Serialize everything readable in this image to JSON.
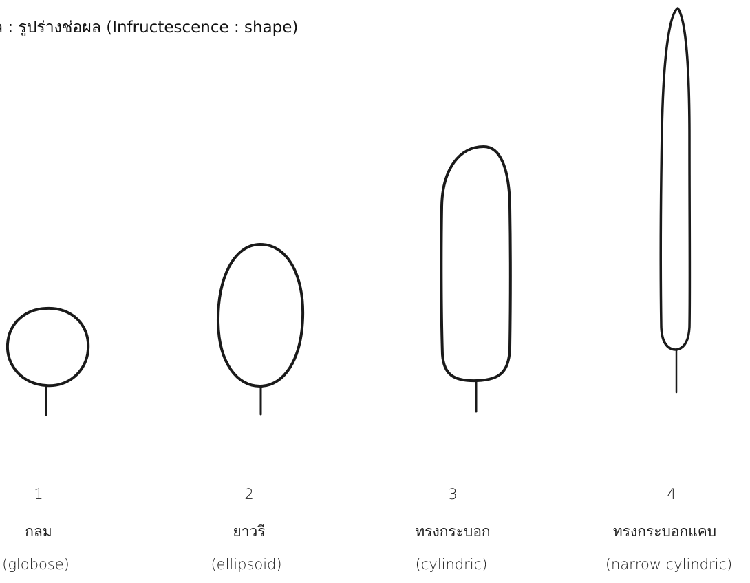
{
  "title": "ล : รูปร่างช่อผล (Infructescence : shape)",
  "shapes": [
    {
      "number": "1",
      "thai": "กลม",
      "english": "(globose)"
    },
    {
      "number": "2",
      "thai": "ยาวรี",
      "english": "(ellipsoid)"
    },
    {
      "number": "3",
      "thai": "ทรงกระบอก",
      "english": "(cylindric)"
    },
    {
      "number": "4",
      "thai": "ทรงกระบอกแคบ",
      "english": "(narrow cylindric)"
    }
  ]
}
